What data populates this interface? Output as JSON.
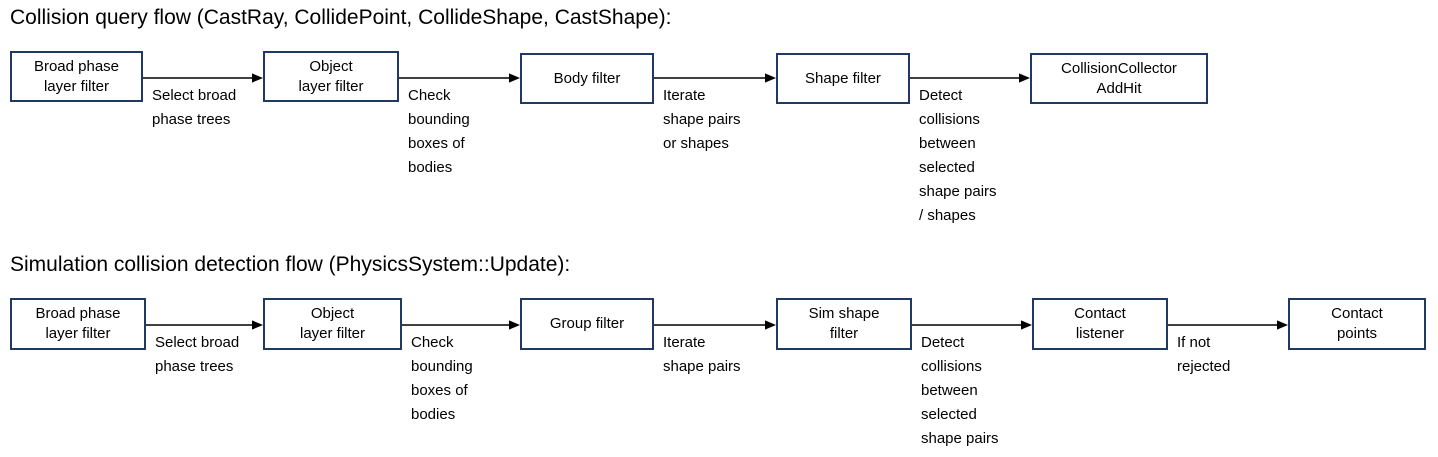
{
  "sections": [
    {
      "id": "collision-query-flow",
      "title": "Collision query flow (CastRay, CollidePoint, CollideShape, CastShape):",
      "nodes": [
        {
          "id": "broad-phase-layer-filter",
          "label": "Broad phase\nlayer filter"
        },
        {
          "id": "object-layer-filter",
          "label": "Object\nlayer filter"
        },
        {
          "id": "body-filter",
          "label": "Body filter"
        },
        {
          "id": "shape-filter",
          "label": "Shape filter"
        },
        {
          "id": "collision-collector-addhit",
          "label": "CollisionCollector\nAddHit"
        }
      ],
      "edges": [
        {
          "id": "edge-select-broad-phase-trees",
          "label": "Select broad\nphase trees"
        },
        {
          "id": "edge-check-bounding-boxes",
          "label": "Check\nbounding\nboxes of\nbodies"
        },
        {
          "id": "edge-iterate-shape-pairs-or-shapes",
          "label": "Iterate\nshape pairs\nor shapes"
        },
        {
          "id": "edge-detect-collisions",
          "label": "Detect\ncollisions\nbetween\nselected\nshape pairs\n/ shapes"
        }
      ]
    },
    {
      "id": "simulation-collision-detection-flow",
      "title": "Simulation collision detection flow (PhysicsSystem::Update):",
      "nodes": [
        {
          "id": "broad-phase-layer-filter-2",
          "label": "Broad phase\nlayer filter"
        },
        {
          "id": "object-layer-filter-2",
          "label": "Object\nlayer filter"
        },
        {
          "id": "group-filter",
          "label": "Group filter"
        },
        {
          "id": "sim-shape-filter",
          "label": "Sim shape\nfilter"
        },
        {
          "id": "contact-listener",
          "label": "Contact\nlistener"
        },
        {
          "id": "contact-points",
          "label": "Contact\npoints"
        }
      ],
      "edges": [
        {
          "id": "edge-select-broad-phase-trees-2",
          "label": "Select broad\nphase trees"
        },
        {
          "id": "edge-check-bounding-boxes-2",
          "label": "Check\nbounding\nboxes of\nbodies"
        },
        {
          "id": "edge-iterate-shape-pairs",
          "label": "Iterate\nshape pairs"
        },
        {
          "id": "edge-detect-collisions-2",
          "label": "Detect\ncollisions\nbetween\nselected\nshape pairs"
        },
        {
          "id": "edge-if-not-rejected",
          "label": "If not\nrejected"
        }
      ]
    }
  ],
  "colors": {
    "node_border": "#1F3864",
    "arrow": "#000000",
    "text": "#000000",
    "background": "#FFFFFF"
  }
}
